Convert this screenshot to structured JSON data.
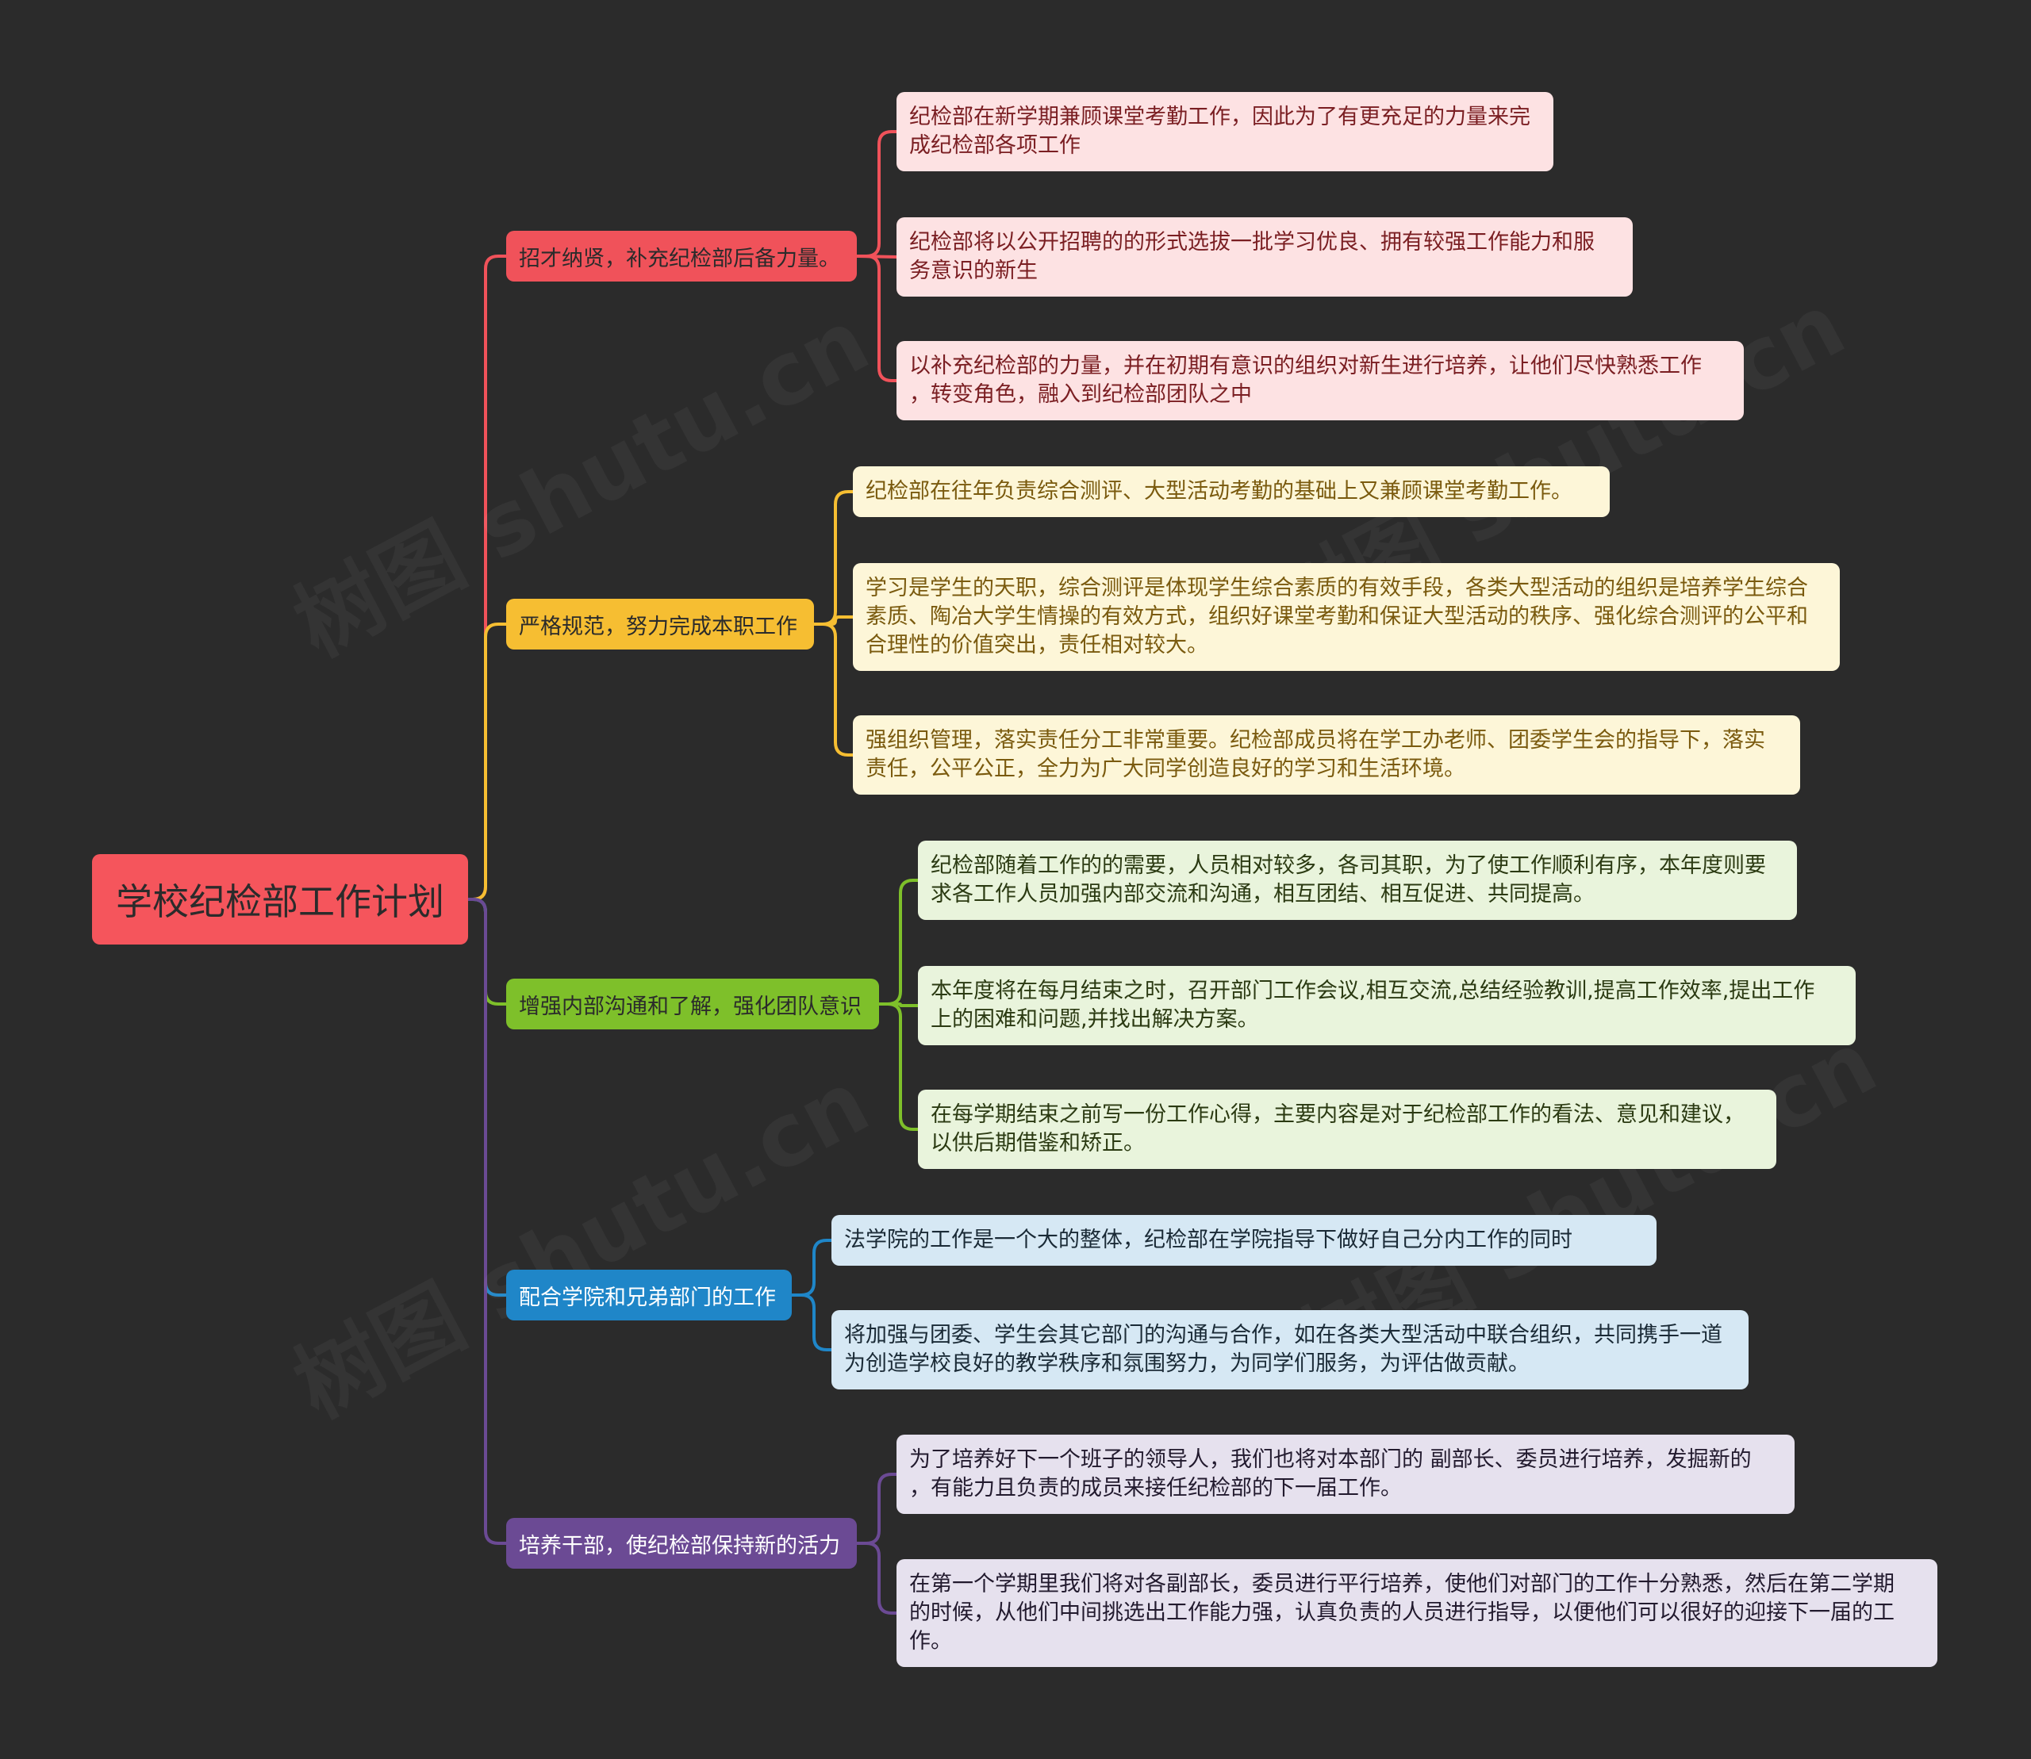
{
  "root": {
    "label": "学校纪检部工作计划",
    "color": "#f5555c"
  },
  "branches": [
    {
      "label": "招才纳贤，补充纪检部后备力量。",
      "color": "#f0525a",
      "text_color": "#2b2b2b",
      "leaf_bg": "#fde2e3",
      "leaf_text": "#7a1e22",
      "leaves": [
        "纪检部在新学期兼顾课堂考勤工作，因此为了有更充足的力量来完\n成纪检部各项工作",
        "纪检部将以公开招聘的的形式选拔一批学习优良、拥有较强工作能力和服\n务意识的新生",
        "以补充纪检部的力量，并在初期有意识的组织对新生进行培养，让他们尽快熟悉工作\n，转变角色，融入到纪检部团队之中"
      ]
    },
    {
      "label": "严格规范，努力完成本职工作",
      "color": "#f6be32",
      "text_color": "#2b2b2b",
      "leaf_bg": "#fdf6d8",
      "leaf_text": "#7a5a0e",
      "leaves": [
        "纪检部在往年负责综合测评、大型活动考勤的基础上又兼顾课堂考勤工作。",
        "学习是学生的天职，综合测评是体现学生综合素质的有效手段，各类大型活动的组织是培养学生综合\n素质、陶冶大学生情操的有效方式，组织好课堂考勤和保证大型活动的秩序、强化综合测评的公平和\n合理性的价值突出，责任相对较大。",
        "强组织管理，落实责任分工非常重要。纪检部成员将在学工办老师、团委学生会的指导下，落实\n责任，公平公正，全力为广大同学创造良好的学习和生活环境。"
      ]
    },
    {
      "label": "增强内部沟通和了解，强化团队意识",
      "color": "#7ec02a",
      "text_color": "#2b2b2b",
      "leaf_bg": "#e9f4dc",
      "leaf_text": "#2b3a12",
      "leaves": [
        "纪检部随着工作的的需要，人员相对较多，各司其职，为了使工作顺利有序，本年度则要\n求各工作人员加强内部交流和沟通，相互团结、相互促进、共同提高。",
        "本年度将在每月结束之时，召开部门工作会议,相互交流,总结经验教训,提高工作效率,提出工作\n上的困难和问题,并找出解决方案。",
        "在每学期结束之前写一份工作心得，主要内容是对于纪检部工作的看法、意见和建议，\n以供后期借鉴和矫正。"
      ]
    },
    {
      "label": "配合学院和兄弟部门的工作",
      "color": "#1f86c8",
      "text_color": "#ffffff",
      "leaf_bg": "#d6e8f4",
      "leaf_text": "#1a2a36",
      "leaves": [
        "法学院的工作是一个大的整体，纪检部在学院指导下做好自己分内工作的同时",
        "将加强与团委、学生会其它部门的沟通与合作，如在各类大型活动中联合组织，共同携手一道\n为创造学校良好的教学秩序和氛围努力，为同学们服务，为评估做贡献。"
      ]
    },
    {
      "label": "培养干部，使纪检部保持新的活力",
      "color": "#6b4a94",
      "text_color": "#ffffff",
      "leaf_bg": "#e6e1ee",
      "leaf_text": "#221a2e",
      "leaves": [
        "为了培养好下一个班子的领导人，我们也将对本部门的 副部长、委员进行培养，发掘新的\n，有能力且负责的成员来接任纪检部的下一届工作。",
        "在第一个学期里我们将对各副部长，委员进行平行培养，使他们对部门的工作十分熟悉，然后在第二学期\n的时候，从他们中间挑选出工作能力强，认真负责的人员进行指导，以便他们可以很好的迎接下一届的工\n作。"
      ]
    }
  ]
}
